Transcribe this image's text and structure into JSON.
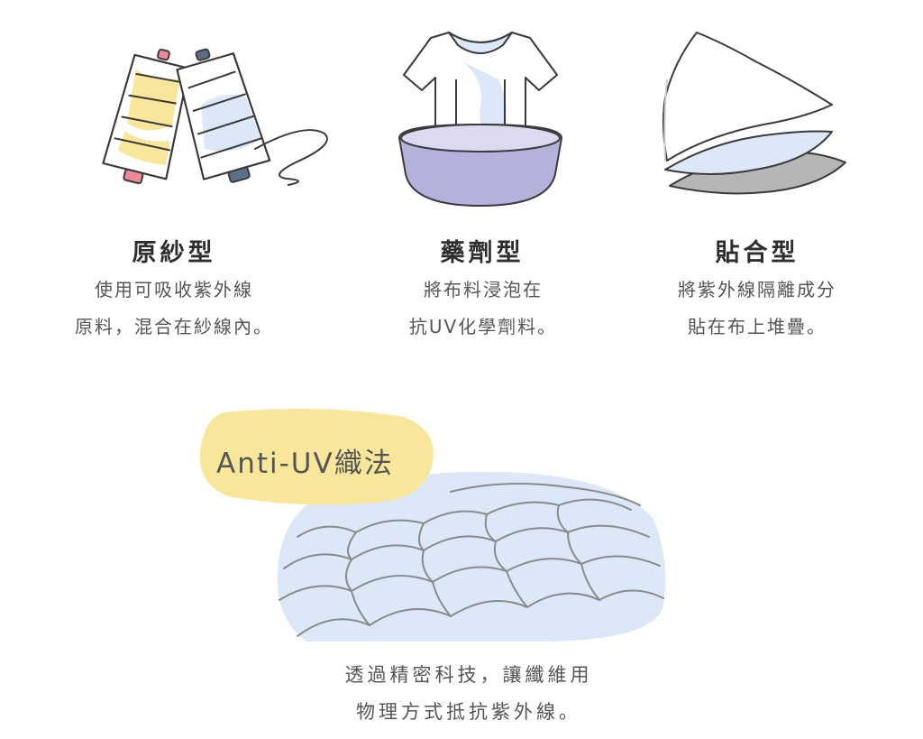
{
  "features": [
    {
      "title": "原紗型",
      "lines": [
        "使用可吸收紫外線",
        "原料，混合在紗線內。"
      ]
    },
    {
      "title": "藥劑型",
      "lines": [
        "將布料浸泡在",
        "抗UV化學劑料。"
      ]
    },
    {
      "title": "貼合型",
      "lines": [
        "將紫外線隔離成分",
        "貼在布上堆疊。"
      ]
    }
  ],
  "weave": {
    "badge": "Anti-UV織法",
    "lines": [
      "透過精密科技，讓纖維用",
      "物理方式抵抗紫外線。"
    ]
  },
  "colors": {
    "yellow": "#f8e79a",
    "light_blue": "#dce8f8",
    "purple": "#b5b1dd",
    "gray": "#b6b6b6",
    "pink_cap": "#ec8a9a",
    "blue_cap": "#5b7088",
    "line": "#3a3a3a"
  }
}
